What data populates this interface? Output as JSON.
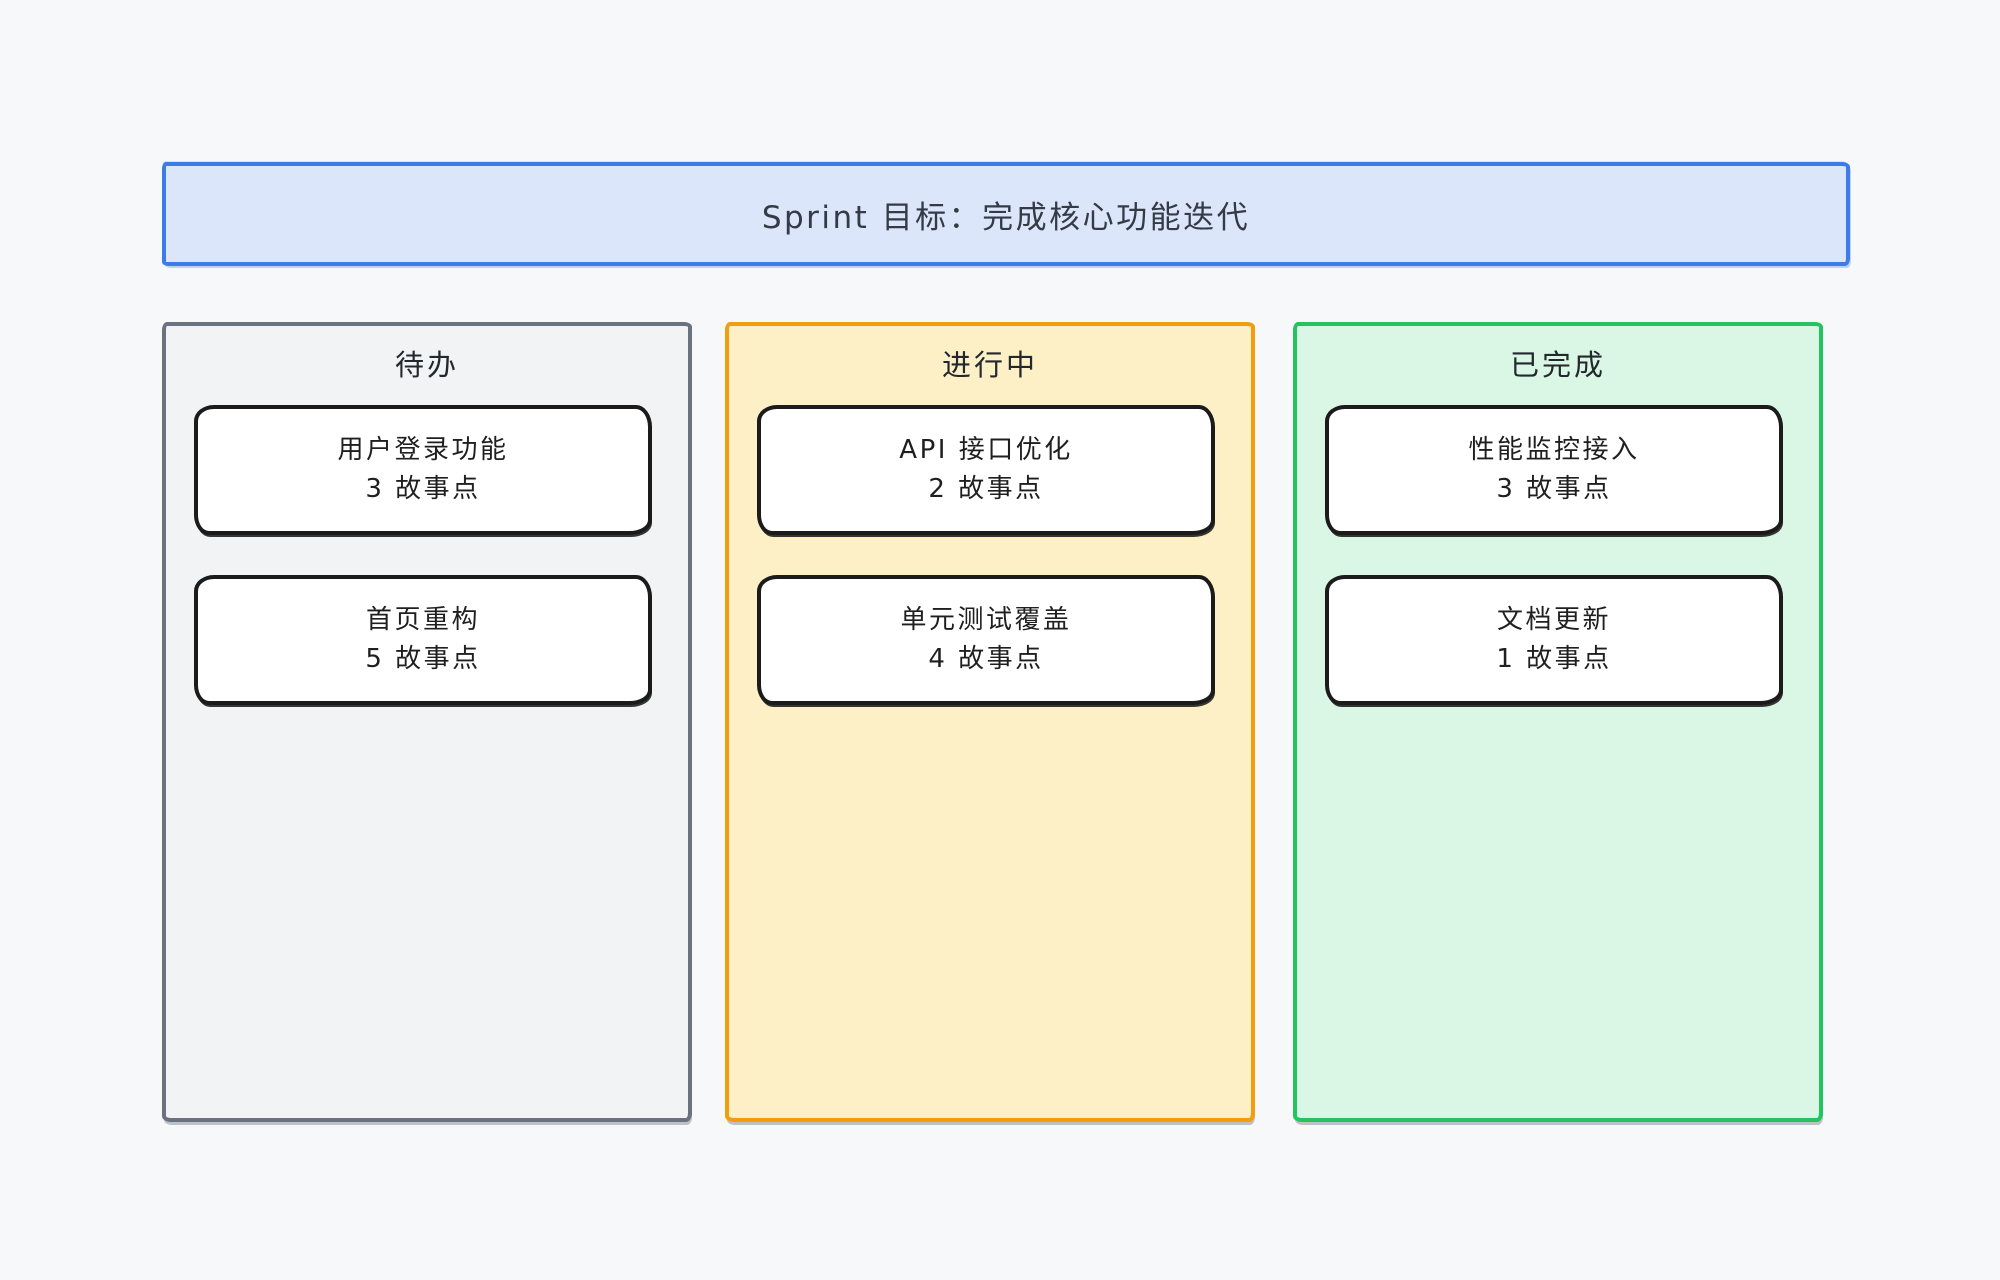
{
  "page": {
    "background": "#f6f8fa"
  },
  "banner": {
    "title": "Sprint 目标：完成核心功能迭代",
    "border_color": "#3d7ce8",
    "fill_color": "#dbe6fa"
  },
  "board": {
    "columns": [
      {
        "id": "todo",
        "title": "待办",
        "border_color": "#6a7280",
        "fill_color": "#f1f3f5",
        "cards": [
          {
            "title": "用户登录功能",
            "points_label": "3 故事点"
          },
          {
            "title": "首页重构",
            "points_label": "5 故事点"
          }
        ]
      },
      {
        "id": "in-progress",
        "title": "进行中",
        "border_color": "#f19d0e",
        "fill_color": "#fdf0c6",
        "cards": [
          {
            "title": "API 接口优化",
            "points_label": "2 故事点"
          },
          {
            "title": "单元测试覆盖",
            "points_label": "4 故事点"
          }
        ]
      },
      {
        "id": "done",
        "title": "已完成",
        "border_color": "#23c45e",
        "fill_color": "#daf6e4",
        "cards": [
          {
            "title": "性能监控接入",
            "points_label": "3 故事点"
          },
          {
            "title": "文档更新",
            "points_label": "1 故事点"
          }
        ]
      }
    ]
  }
}
